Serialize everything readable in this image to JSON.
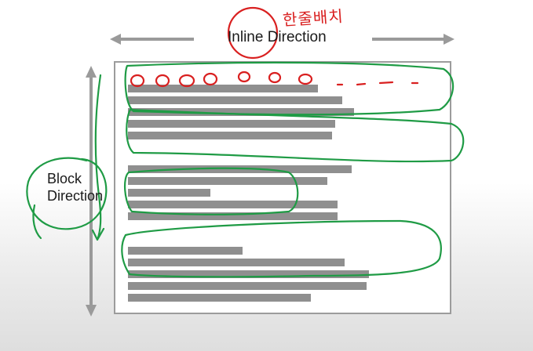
{
  "labels": {
    "inline_direction": "Inline Direction",
    "block_direction_line1": "Block",
    "block_direction_line2": "Direction",
    "handwritten_note": "한줄배치"
  },
  "colors": {
    "arrow_gray": "#9a9a9a",
    "text_bar_gray": "#8f8f8f",
    "box_border": "#9c9c9c",
    "annotation_green": "#1f9b45",
    "annotation_red": "#d92020",
    "label_text": "#1a1a1a"
  },
  "paragraphs": [
    {
      "lines": [
        0.78,
        0.88,
        0.93,
        0.85,
        0.84
      ]
    },
    {
      "lines": [
        0.92,
        0.82,
        0.34,
        0.86,
        0.86
      ]
    },
    {
      "lines": [
        0.47,
        0.89,
        0.99,
        0.98,
        0.75
      ]
    }
  ],
  "annotations": {
    "red_circle_marks": 7,
    "green_loops": 4
  }
}
